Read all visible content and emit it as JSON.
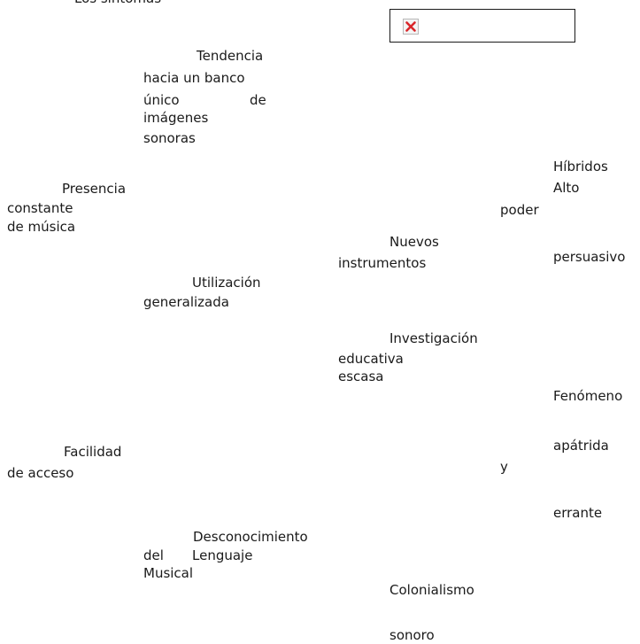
{
  "header": {
    "cut_title": "Los síntomas"
  },
  "broken_image": {
    "icon": "broken-image-icon",
    "x_color": "#d9262a"
  },
  "blocks": {
    "tendencia": [
      "Tendencia",
      "hacia un banco",
      "único",
      "de",
      "imágenes",
      "sonoras"
    ],
    "presencia": [
      "Presencia",
      "constante",
      "de música"
    ],
    "utilizacion": [
      "Utilización",
      "generalizada"
    ],
    "facilidad": [
      "Facilidad",
      "de acceso"
    ],
    "desconocimiento": [
      "Desconocimiento",
      "del",
      "Lenguaje",
      "Musical"
    ],
    "nuevos": [
      "Nuevos",
      "instrumentos"
    ],
    "investigacion": [
      "Investigación",
      "educativa",
      "escasa"
    ],
    "colonialismo": [
      "Colonialismo",
      "sonoro"
    ],
    "hibridos": [
      "Híbridos",
      "Alto",
      "poder",
      "persuasivo"
    ],
    "fenomeno": [
      "Fenómeno",
      "apátrida",
      "y",
      "errante"
    ]
  }
}
